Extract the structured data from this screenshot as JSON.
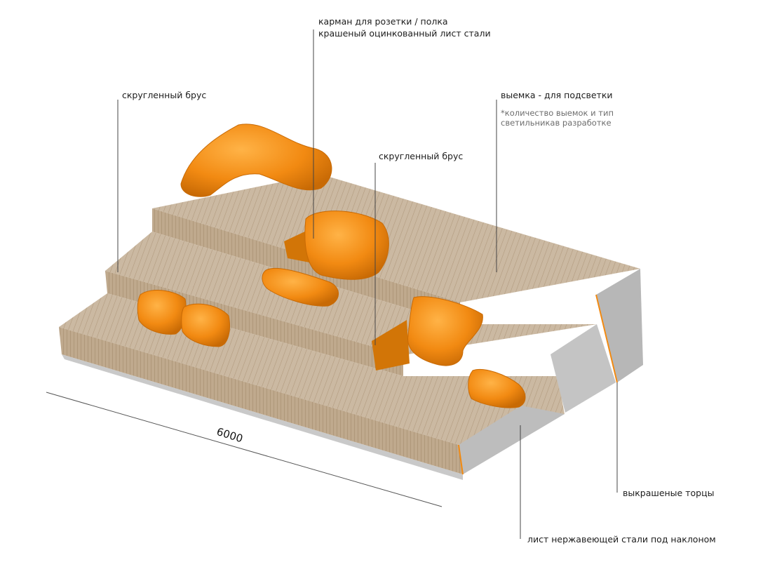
{
  "labels": {
    "pocket_line1": "карман для розетки / полка",
    "pocket_line2": "крашеный оцинкованный лист стали",
    "rounded_beam_left": "скругленный брус",
    "rounded_beam_center": "скругленный брус",
    "recess": "выемка - для подсветки",
    "recess_note_line1": "*количество выемок и тип",
    "recess_note_line2": "светильникав разработке",
    "painted_ends": "выкрашеные торцы",
    "steel_sheet": "лист нержавеющей стали под наклоном"
  },
  "dimension": {
    "length": "6000"
  },
  "colors": {
    "wood_top": "#cbb9a2",
    "wood_riser": "#bca68b",
    "wood_stripe": "#a89175",
    "steel": "#b9b9b9",
    "steel_dark": "#9d9d9d",
    "orange": "#f28a12",
    "orange_dark": "#c86a05",
    "leader": "#444444"
  }
}
